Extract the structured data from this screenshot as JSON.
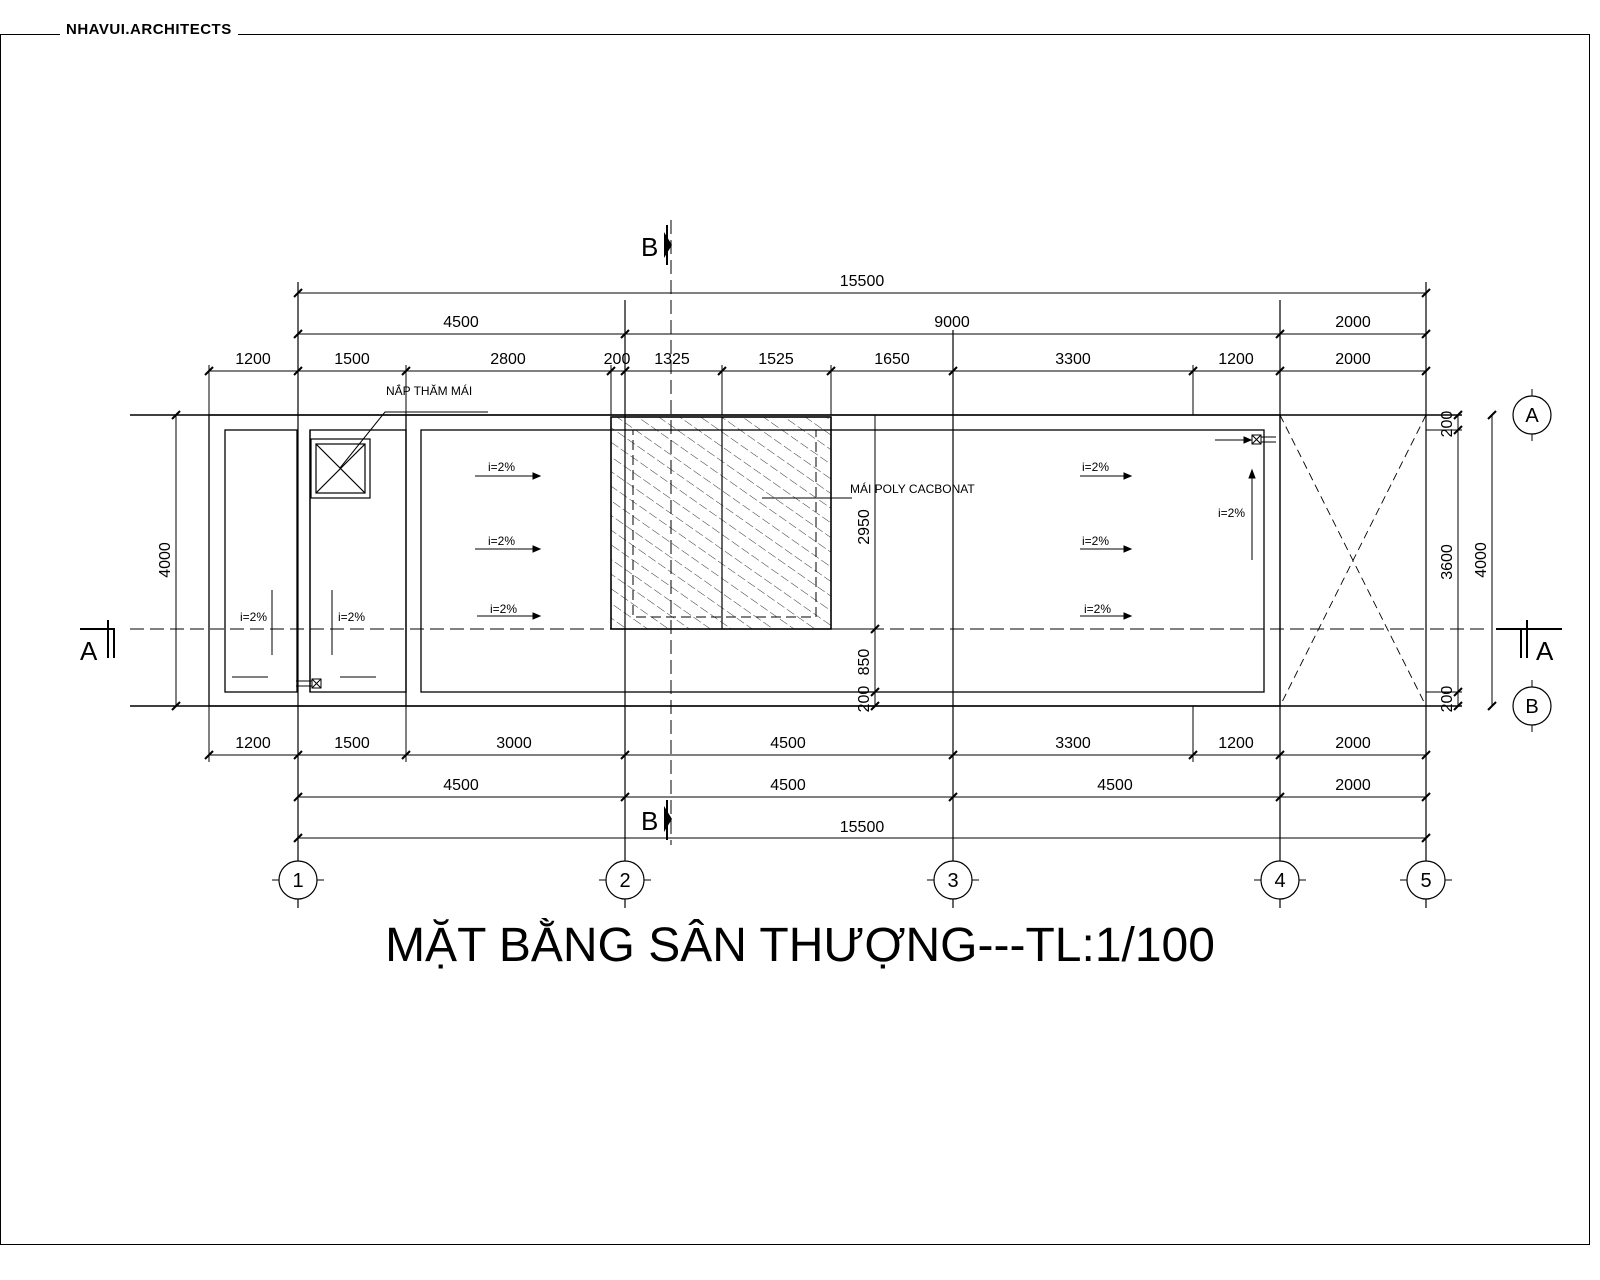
{
  "firm_name": "NHAVUI.ARCHITECTS",
  "drawing_title": "MẶT BẰNG SÂN THƯỢNG---TL:1/100",
  "labels": {
    "roof_hatch": "NẮP THĂM MÁI",
    "polycarbonate_roof": "MÁI POLY CACBONAT"
  },
  "slope": "i=2%",
  "section_marks": {
    "a_left": "A",
    "a_right": "A",
    "b_top": "B",
    "b_bottom": "B"
  },
  "grid_axes": {
    "columns": [
      "1",
      "2",
      "3",
      "4",
      "5"
    ],
    "rows": [
      "A",
      "B"
    ]
  },
  "dimensions": {
    "top_overall": "15500",
    "top_row2": [
      "4500",
      "9000",
      "2000"
    ],
    "top_row3": [
      "1200",
      "1500",
      "2800",
      "200",
      "1325",
      "1525",
      "1650",
      "3300",
      "1200",
      "2000"
    ],
    "bottom_row1": [
      "1200",
      "1500",
      "3000",
      "4500",
      "3300",
      "1200",
      "2000"
    ],
    "bottom_row2": [
      "4500",
      "4500",
      "4500",
      "2000"
    ],
    "bottom_overall": "15500",
    "left_overall": "4000",
    "right_inner": [
      "200",
      "3600",
      "200"
    ],
    "right_overall": "4000",
    "inner_vertical": [
      "2950",
      "850",
      "200"
    ]
  }
}
